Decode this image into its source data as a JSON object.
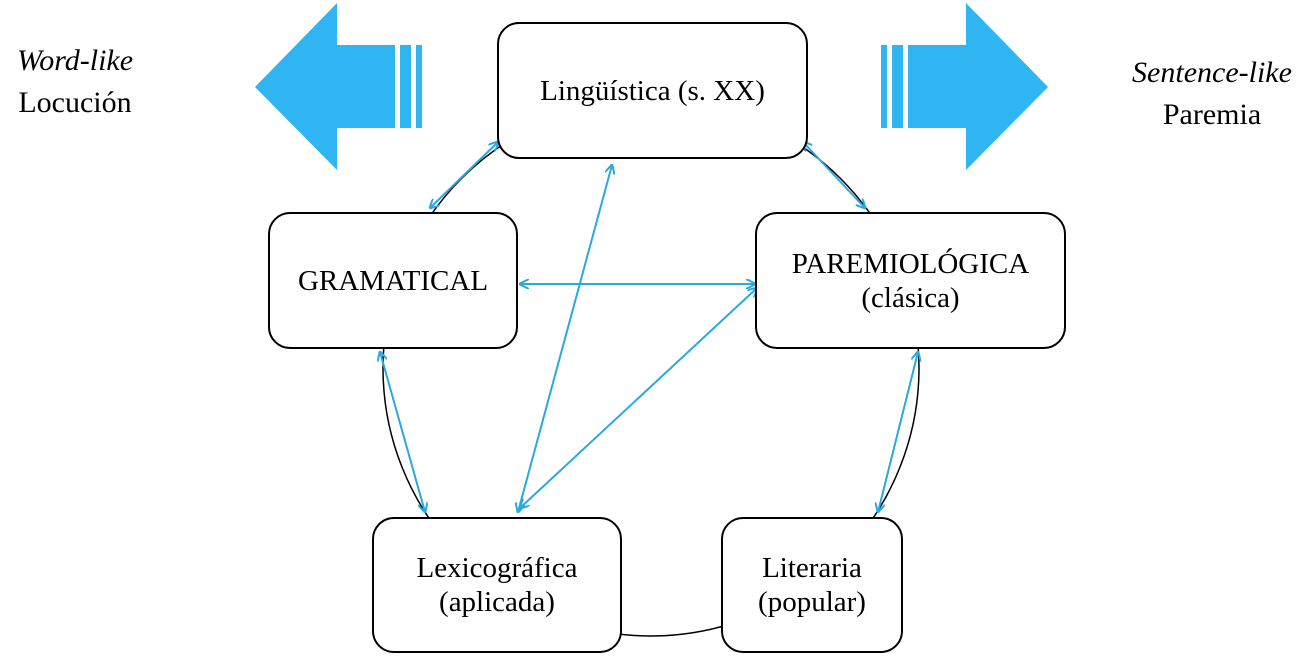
{
  "left_label": {
    "italic": "Word-like",
    "text": "Locución"
  },
  "right_label": {
    "italic": "Sentence-like",
    "text": "Paremia"
  },
  "nodes": {
    "linguistica": {
      "line1": "Lingüística (s. XX)"
    },
    "gramatical": {
      "line1": "GRAMATICAL"
    },
    "paremiologica": {
      "line1": "PAREMIOLÓGICA",
      "line2": "(clásica)"
    },
    "lexicografica": {
      "line1": "Lexicográfica",
      "line2": "(aplicada)"
    },
    "literaria": {
      "line1": "Literaria",
      "line2": "(popular)"
    }
  },
  "colors": {
    "accent": "#29b6f0",
    "connector": "#2aa8e0"
  }
}
